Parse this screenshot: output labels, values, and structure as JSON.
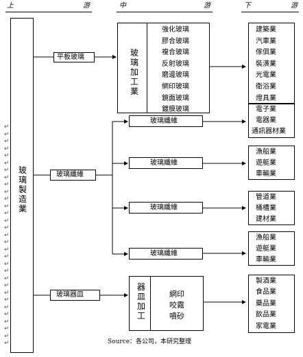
{
  "header": {
    "upstream": [
      "上",
      "游"
    ],
    "midstream": [
      "中",
      "游"
    ],
    "downstream": [
      "下",
      "游"
    ]
  },
  "left": {
    "label": "玻璃製造業"
  },
  "mid_inputs": {
    "flat": "平板玻璃",
    "fiber": "玻璃纖維",
    "vessel": "玻璃器皿"
  },
  "processing": {
    "label": "玻璃加工業",
    "items": [
      "強化玻璃",
      "膠合玻璃",
      "複合玻璃",
      "反射玻璃",
      "磨邊玻璃",
      "網印玻璃",
      "鏡面玻璃",
      "鍍膜玻璃"
    ]
  },
  "fiber_boxes": [
    "玻璃纖維",
    "玻璃纖維",
    "玻璃纖維",
    "玻璃纖維"
  ],
  "vessel_proc": {
    "label": "器皿加工",
    "items": [
      "網印",
      "咬霧",
      "噴砂"
    ]
  },
  "downstream": {
    "group1": [
      "建築業",
      "汽車業",
      "傢俱業",
      "裝潢業",
      "光電業",
      "衛浴業",
      "燈具業"
    ],
    "group2": [
      "電子業",
      "電器業",
      "通訊器材業"
    ],
    "group3": [
      "漁船業",
      "遊艇業",
      "車輛業"
    ],
    "group4": [
      "管道業",
      "桶槽業",
      "建材業"
    ],
    "group5": [
      "漁船業",
      "遊艇業",
      "車輛業"
    ],
    "group6": [
      "製酒業",
      "食品業",
      "藥品業",
      "飲品業",
      "家電業"
    ]
  },
  "source": "Source：各公司，本研究整理"
}
